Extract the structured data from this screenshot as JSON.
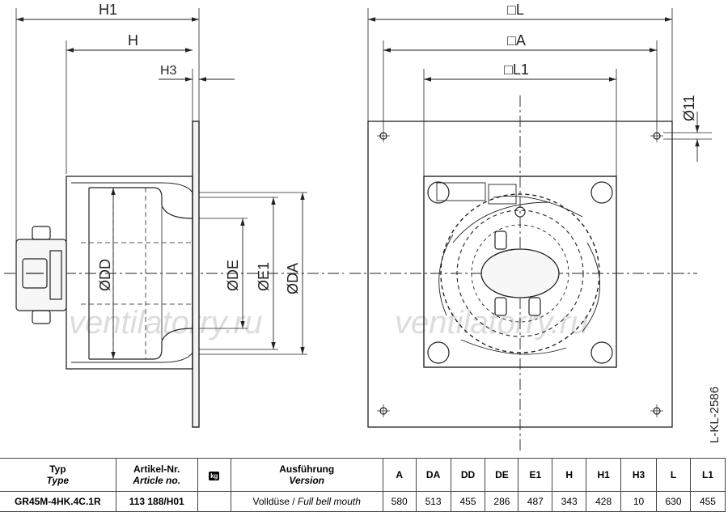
{
  "dims": {
    "h1": "H1",
    "h": "H",
    "h3": "H3",
    "dd": "ØDD",
    "de": "ØDE",
    "e1": "ØE1",
    "da": "ØDA",
    "l": "□L",
    "a": "□A",
    "l1": "□L1",
    "d11": "Ø11"
  },
  "drawing_code": "L-KL-2586",
  "watermark": "ventilatorry.ru",
  "table": {
    "headers": [
      {
        "main": "Typ",
        "sub": "Type"
      },
      {
        "main": "Artikel-Nr.",
        "sub": "Article no."
      },
      {
        "main": "kg",
        "sub": ""
      },
      {
        "main": "Ausführung",
        "sub": "Version"
      },
      {
        "main": "A",
        "sub": ""
      },
      {
        "main": "DA",
        "sub": ""
      },
      {
        "main": "DD",
        "sub": ""
      },
      {
        "main": "DE",
        "sub": ""
      },
      {
        "main": "E1",
        "sub": ""
      },
      {
        "main": "H",
        "sub": ""
      },
      {
        "main": "H1",
        "sub": ""
      },
      {
        "main": "H3",
        "sub": ""
      },
      {
        "main": "L",
        "sub": ""
      },
      {
        "main": "L1",
        "sub": ""
      }
    ],
    "row": {
      "type": "GR45M-4HK.4C.1R",
      "article": "113 188/H01",
      "kg": "",
      "version_main": "Volldüse / ",
      "version_sub": "Full bell mouth",
      "A": "580",
      "DA": "513",
      "DD": "455",
      "DE": "286",
      "E1": "487",
      "H": "343",
      "H1": "428",
      "H3": "10",
      "L": "630",
      "L1": "455"
    }
  }
}
